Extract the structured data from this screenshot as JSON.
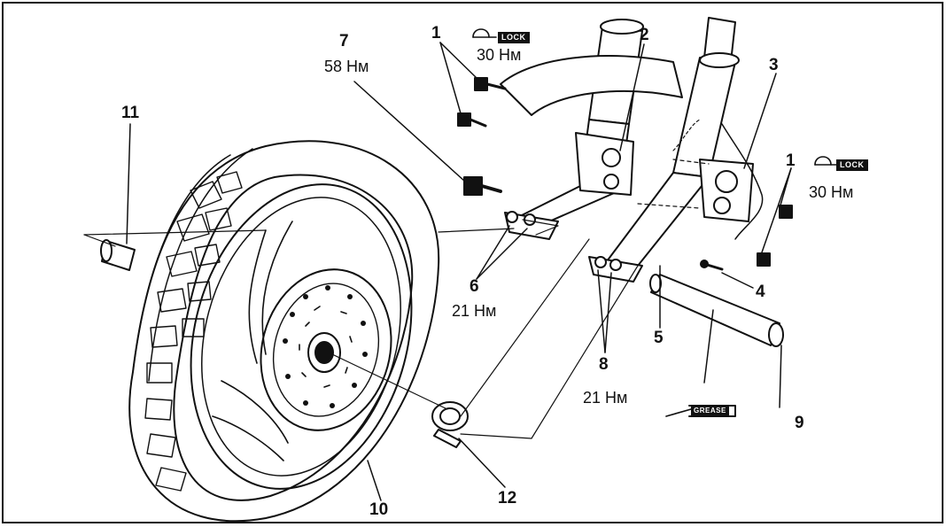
{
  "callouts": {
    "c1a": "1",
    "c1b": "1",
    "c2": "2",
    "c3": "3",
    "c4": "4",
    "c5": "5",
    "c6": "6",
    "c7": "7",
    "c8": "8",
    "c9": "9",
    "c10": "10",
    "c11": "11",
    "c12": "12"
  },
  "torques": {
    "t1a": "30 Нм",
    "t1b": "30 Нм",
    "t6": "21 Нм",
    "t7": "58 Нм",
    "t8": "21 Нм"
  },
  "tags": {
    "lock1": "LOCK",
    "lock2": "LOCK",
    "grease": "GREASE"
  },
  "colors": {
    "ink": "#111111",
    "paper": "#ffffff"
  }
}
